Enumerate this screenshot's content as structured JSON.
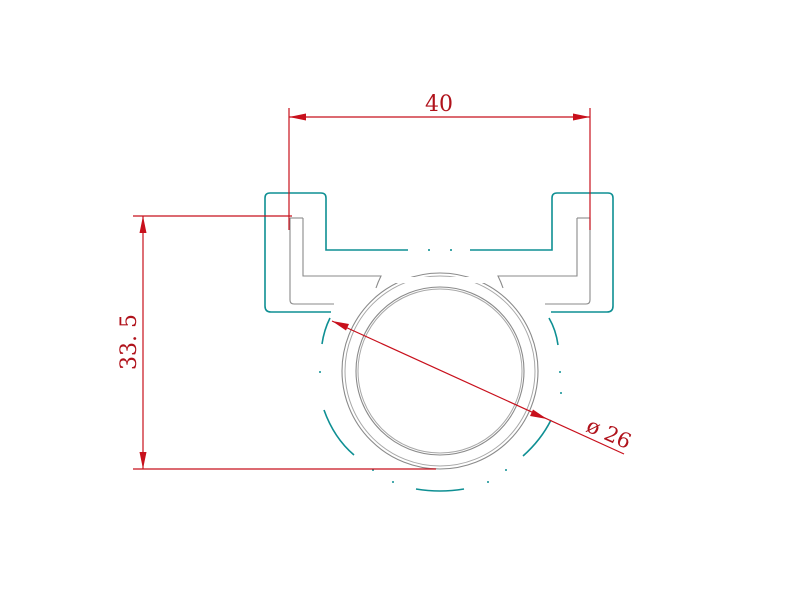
{
  "drawing": {
    "dim_width_label": "40",
    "dim_height_label": "33. 5",
    "dim_diameter_label": "ø 26"
  },
  "colors": {
    "dimension": "#c8101c",
    "dimension_text": "#b0121b",
    "outline": "#0e8f93",
    "inner_edge": "#8a8a8a",
    "background": "#ffffff"
  }
}
